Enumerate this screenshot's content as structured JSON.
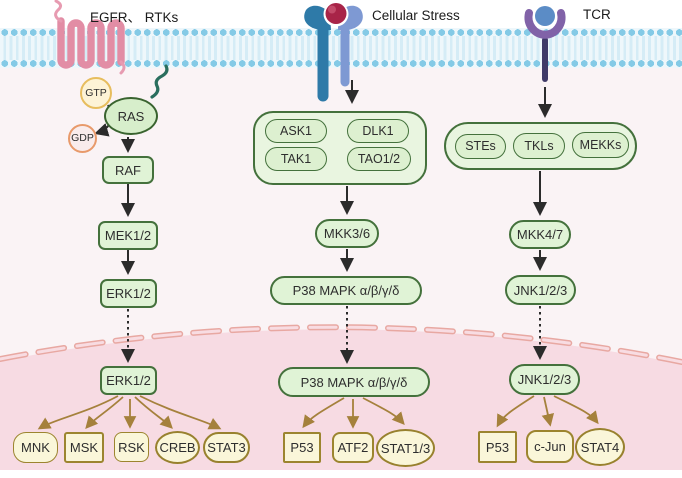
{
  "receptors": {
    "egfr": {
      "label": "EGFR、 RTKs"
    },
    "stress": {
      "label": "Cellular Stress"
    },
    "tcr": {
      "label": "TCR"
    }
  },
  "erk": {
    "gtp": "GTP",
    "gdp": "GDP",
    "ras": "RAS",
    "raf": "RAF",
    "mek": "MEK1/2",
    "erk_cyto": "ERK1/2",
    "erk_nuc": "ERK1/2",
    "targets": [
      "MNK",
      "MSK",
      "RSK",
      "CREB",
      "STAT3"
    ]
  },
  "p38": {
    "kinases": [
      "ASK1",
      "DLK1",
      "TAK1",
      "TAO1/2"
    ],
    "mkk": "MKK3/6",
    "mapk_cyto": "P38 MAPK α/β/γ/δ",
    "mapk_nuc": "P38 MAPK α/β/γ/δ",
    "targets": [
      "P53",
      "ATF2",
      "STAT1/3"
    ]
  },
  "jnk": {
    "kinases": [
      "STEs",
      "TKLs",
      "MEKKs"
    ],
    "mkk": "MKK4/7",
    "jnk_cyto": "JNK1/2/3",
    "jnk_nuc": "JNK1/2/3",
    "targets": [
      "P53",
      "c-Jun",
      "STAT4"
    ]
  },
  "colors": {
    "membrane_dot": "#84cae6",
    "kinase_fill": "#e0f3d6",
    "kinase_border": "#44713c",
    "target_fill": "#faf6d9",
    "target_border": "#9c852f",
    "nucleus_fill": "#f7dbe3",
    "nucleus_dash": "#e8a8a2",
    "arrow_black": "#2b2b2b",
    "arrow_brown": "#a5813c",
    "receptor_egfr": "#e28da5",
    "receptor_stress_dark": "#2e7aa8",
    "receptor_stress_light": "#7e99d3",
    "receptor_tcr": "#8162a8",
    "stress_ligand": "#a82448",
    "tcr_ligand": "#5b8cc6"
  }
}
